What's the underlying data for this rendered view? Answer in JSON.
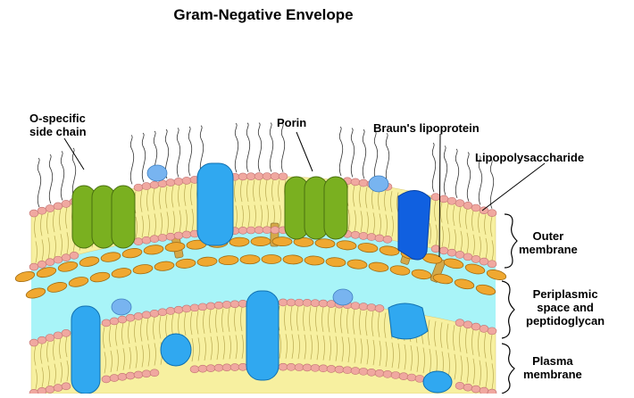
{
  "title": "Gram-Negative Envelope",
  "labels": {
    "o_specific_line1": "O-specific",
    "o_specific_line2": "side chain",
    "porin": "Porin",
    "brauns_lipoprotein": "Braun's lipoprotein",
    "lipopolysaccharide": "Lipopolysaccharide",
    "outer_membrane_line1": "Outer",
    "outer_membrane_line2": "membrane",
    "periplasmic_line1": "Periplasmic",
    "periplasmic_line2": "space and",
    "periplasmic_line3": "peptidoglycan",
    "plasma_membrane_line1": "Plasma",
    "plasma_membrane_line2": "membrane"
  },
  "colors": {
    "bilayer_fill": "#f7f0a0",
    "lipid_head": "#f0a8a0",
    "periplasm": "#a8f4f8",
    "peptidoglycan": "#f0a830",
    "porin": "#7ab020",
    "membrane_protein_blue": "#30a8f0",
    "dark_blue_protein": "#1060e0",
    "light_blue_protein": "#78b4f0",
    "lipoprotein": "#d4a848"
  }
}
